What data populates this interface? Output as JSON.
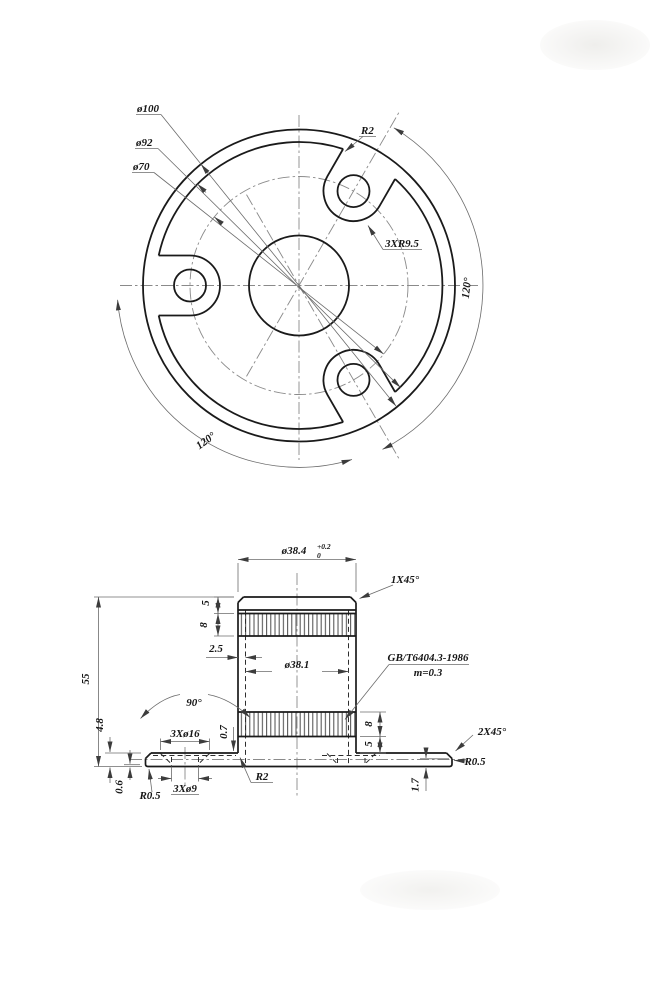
{
  "top_view": {
    "d100": "ø100",
    "d92": "ø92",
    "d70": "ø70",
    "r2": "R2",
    "slot_r": "3XR9.5",
    "angle_right": "120°",
    "angle_left": "120°"
  },
  "front_view": {
    "boss_dia": "ø38.4",
    "boss_tol_up": "+0.2",
    "boss_tol_dn": "0",
    "chamfer1": "1X45°",
    "land5_top": "5",
    "knurl8_top": "8",
    "wall25": "2.5",
    "bore": "ø38.1",
    "std_line1": "GB/T6404.3-1986",
    "std_line2": "m=0.3",
    "height55": "55",
    "csk_angle": "90°",
    "csk16": "3Xø16",
    "dim07": "0.7",
    "thk48": "4.8",
    "knurl8_bot": "8",
    "land5_bot": "5",
    "chamfer2": "2X45°",
    "r05_right": "R0.5",
    "r2_fillet": "R2",
    "dim06": "0.6",
    "r05_left": "R0.5",
    "holes9": "3Xø9",
    "edge17": "1.7"
  }
}
